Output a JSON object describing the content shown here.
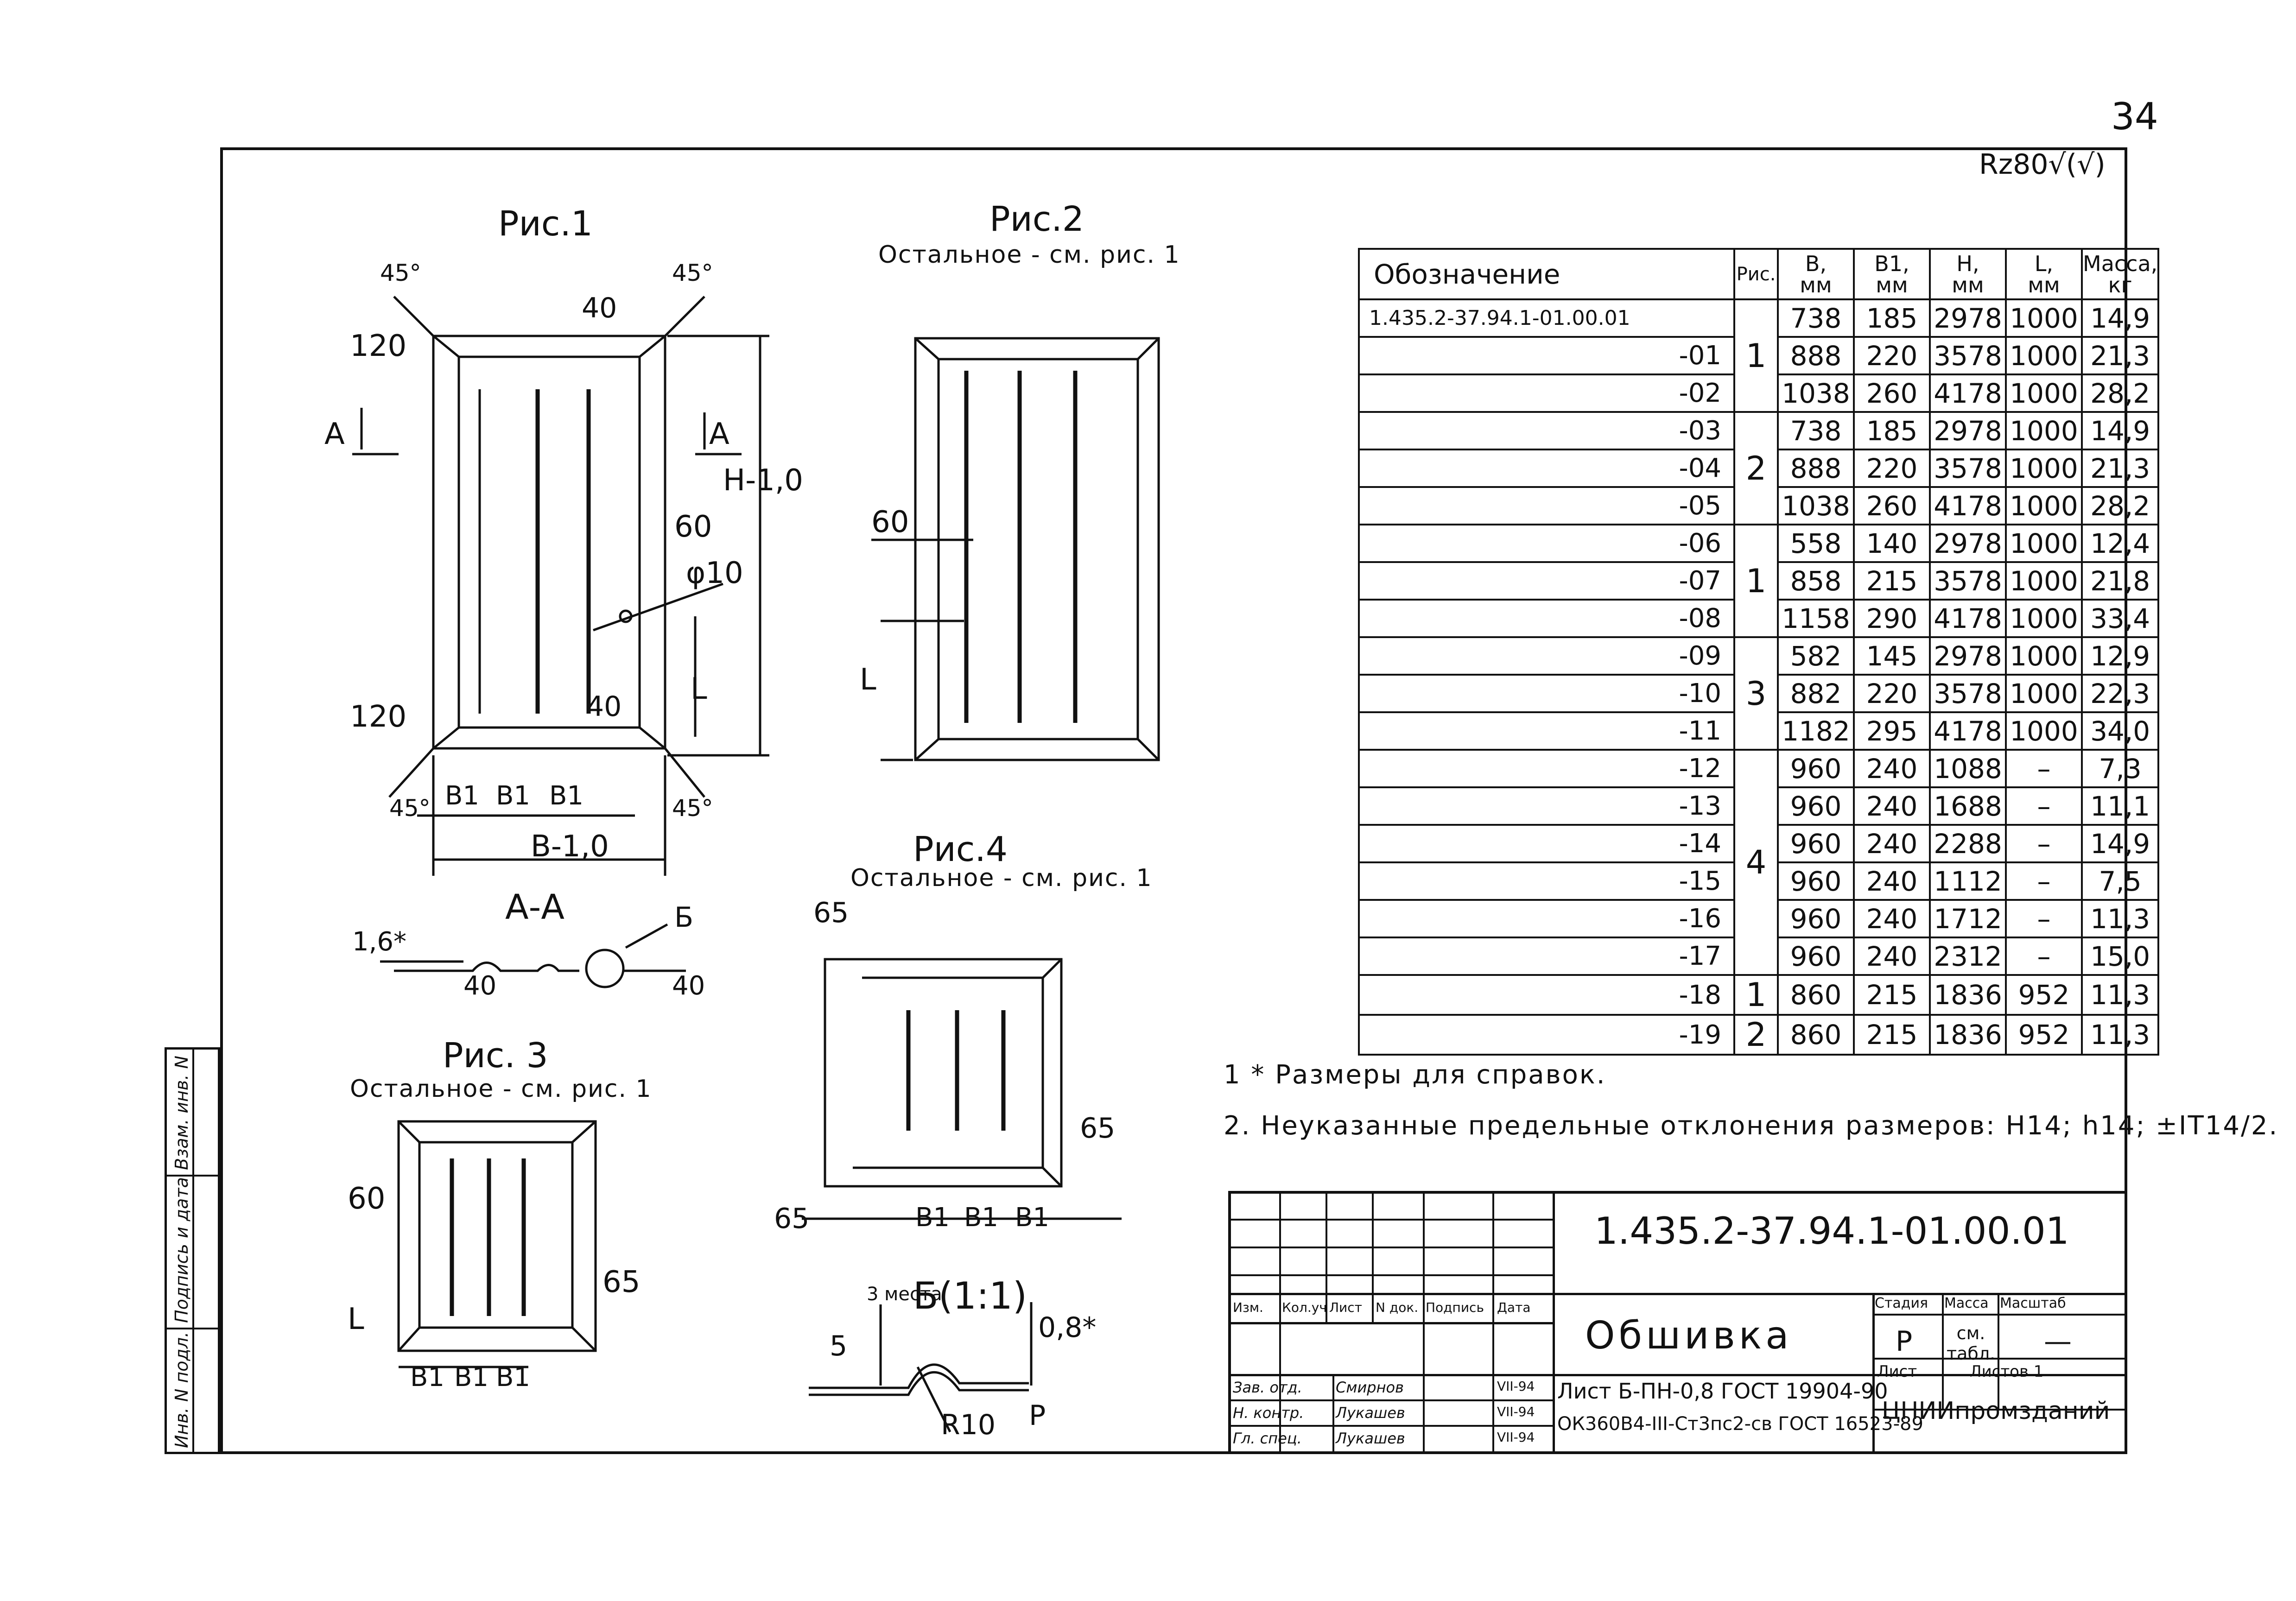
{
  "page_number": "34",
  "roughness": "Rz80√(√)",
  "figures": {
    "fig1": {
      "label": "Рис.1"
    },
    "fig2": {
      "label": "Рис.2",
      "note": "Остальное - см. рис. 1"
    },
    "fig3": {
      "label": "Рис. 3",
      "note": "Остальное - см. рис. 1"
    },
    "fig4": {
      "label": "Рис.4",
      "note": "Остальное - см. рис. 1"
    },
    "section_aa": {
      "label": "А-А"
    },
    "detail_b": {
      "label": "Б(1:1)"
    }
  },
  "dims": {
    "d45": "45°",
    "d40": "40",
    "d120": "120",
    "dA": "А",
    "d60": "60",
    "d10": "φ10",
    "dH": "H-1,0",
    "dL": "L",
    "dB1": "B1",
    "dB": "B-1,0",
    "d16": "1,6*",
    "dB_label": "Б",
    "d65": "65",
    "d5": "5",
    "d3": "3 места",
    "d08": "0,8*",
    "dR10": "R10",
    "dP": "P"
  },
  "spec_table": {
    "headers": {
      "designation": "Обозначение",
      "fig": "Рис.",
      "b": "B,\nмм",
      "b1": "B1,\nмм",
      "h": "H,\nмм",
      "l": "L,\nмм",
      "mass": "Масса,\nкг"
    },
    "rows": [
      {
        "designation": "1.435.2-37.94.1-01.00.01",
        "b": "738",
        "b1": "185",
        "h": "2978",
        "l": "1000",
        "mass": "14,9"
      },
      {
        "designation": "-01",
        "b": "888",
        "b1": "220",
        "h": "3578",
        "l": "1000",
        "mass": "21,3"
      },
      {
        "designation": "-02",
        "b": "1038",
        "b1": "260",
        "h": "4178",
        "l": "1000",
        "mass": "28,2"
      },
      {
        "designation": "-03",
        "b": "738",
        "b1": "185",
        "h": "2978",
        "l": "1000",
        "mass": "14,9"
      },
      {
        "designation": "-04",
        "b": "888",
        "b1": "220",
        "h": "3578",
        "l": "1000",
        "mass": "21,3"
      },
      {
        "designation": "-05",
        "b": "1038",
        "b1": "260",
        "h": "4178",
        "l": "1000",
        "mass": "28,2"
      },
      {
        "designation": "-06",
        "b": "558",
        "b1": "140",
        "h": "2978",
        "l": "1000",
        "mass": "12,4"
      },
      {
        "designation": "-07",
        "b": "858",
        "b1": "215",
        "h": "3578",
        "l": "1000",
        "mass": "21,8"
      },
      {
        "designation": "-08",
        "b": "1158",
        "b1": "290",
        "h": "4178",
        "l": "1000",
        "mass": "33,4"
      },
      {
        "designation": "-09",
        "b": "582",
        "b1": "145",
        "h": "2978",
        "l": "1000",
        "mass": "12,9"
      },
      {
        "designation": "-10",
        "b": "882",
        "b1": "220",
        "h": "3578",
        "l": "1000",
        "mass": "22,3"
      },
      {
        "designation": "-11",
        "b": "1182",
        "b1": "295",
        "h": "4178",
        "l": "1000",
        "mass": "34,0"
      },
      {
        "designation": "-12",
        "b": "960",
        "b1": "240",
        "h": "1088",
        "l": "–",
        "mass": "7,3"
      },
      {
        "designation": "-13",
        "b": "960",
        "b1": "240",
        "h": "1688",
        "l": "–",
        "mass": "11,1"
      },
      {
        "designation": "-14",
        "b": "960",
        "b1": "240",
        "h": "2288",
        "l": "–",
        "mass": "14,9"
      },
      {
        "designation": "-15",
        "b": "960",
        "b1": "240",
        "h": "1112",
        "l": "–",
        "mass": "7,5"
      },
      {
        "designation": "-16",
        "b": "960",
        "b1": "240",
        "h": "1712",
        "l": "–",
        "mass": "11,3"
      },
      {
        "designation": "-17",
        "b": "960",
        "b1": "240",
        "h": "2312",
        "l": "–",
        "mass": "15,0"
      },
      {
        "designation": "-18",
        "b": "860",
        "b1": "215",
        "h": "1836",
        "l": "952",
        "mass": "11,3"
      },
      {
        "designation": "-19",
        "b": "860",
        "b1": "215",
        "h": "1836",
        "l": "952",
        "mass": "11,3"
      }
    ],
    "fig_groups": [
      "1",
      "2",
      "1",
      "3",
      "4",
      "1",
      "2"
    ]
  },
  "notes": {
    "n1": "1 * Размеры для справок.",
    "n2": "2. Неуказанные предельные отклонения размеров: H14; h14; ±IT14/2."
  },
  "title_block": {
    "doc_code": "1.435.2-37.94.1-01.00.01",
    "name": "Обшивка",
    "stage_h": "Стадия",
    "mass_h": "Масса",
    "scale_h": "Масштаб",
    "stage": "Р",
    "mass": "см. табл.",
    "scale": "—",
    "sheet": "Лист",
    "sheets": "Листов 1",
    "material1": "Лист Б-ПН-0,8 ГОСТ 19904-90",
    "material2": "ОК360В4-III-Ст3пс2-св ГОСТ 16523-89",
    "org": "ЦНИИпромзданий",
    "col_izm": "Изм.",
    "col_kol": "Кол.уч",
    "col_list": "Лист",
    "col_ndok": "N док.",
    "col_podp": "Подпись",
    "col_data": "Дата",
    "r1_role": "Зав. отд.",
    "r1_name": "Смирнов",
    "r1_date": "VII-94",
    "r2_role": "Н. контр.",
    "r2_name": "Лукашев",
    "r2_date": "VII-94",
    "r3_role": "Гл. спец.",
    "r3_name": "Лукашев",
    "r3_date": "VII-94"
  },
  "side_stamp": {
    "s1": "Инв. N подл.",
    "s2": "Подпись и дата",
    "s3": "Взам. инв. N"
  }
}
